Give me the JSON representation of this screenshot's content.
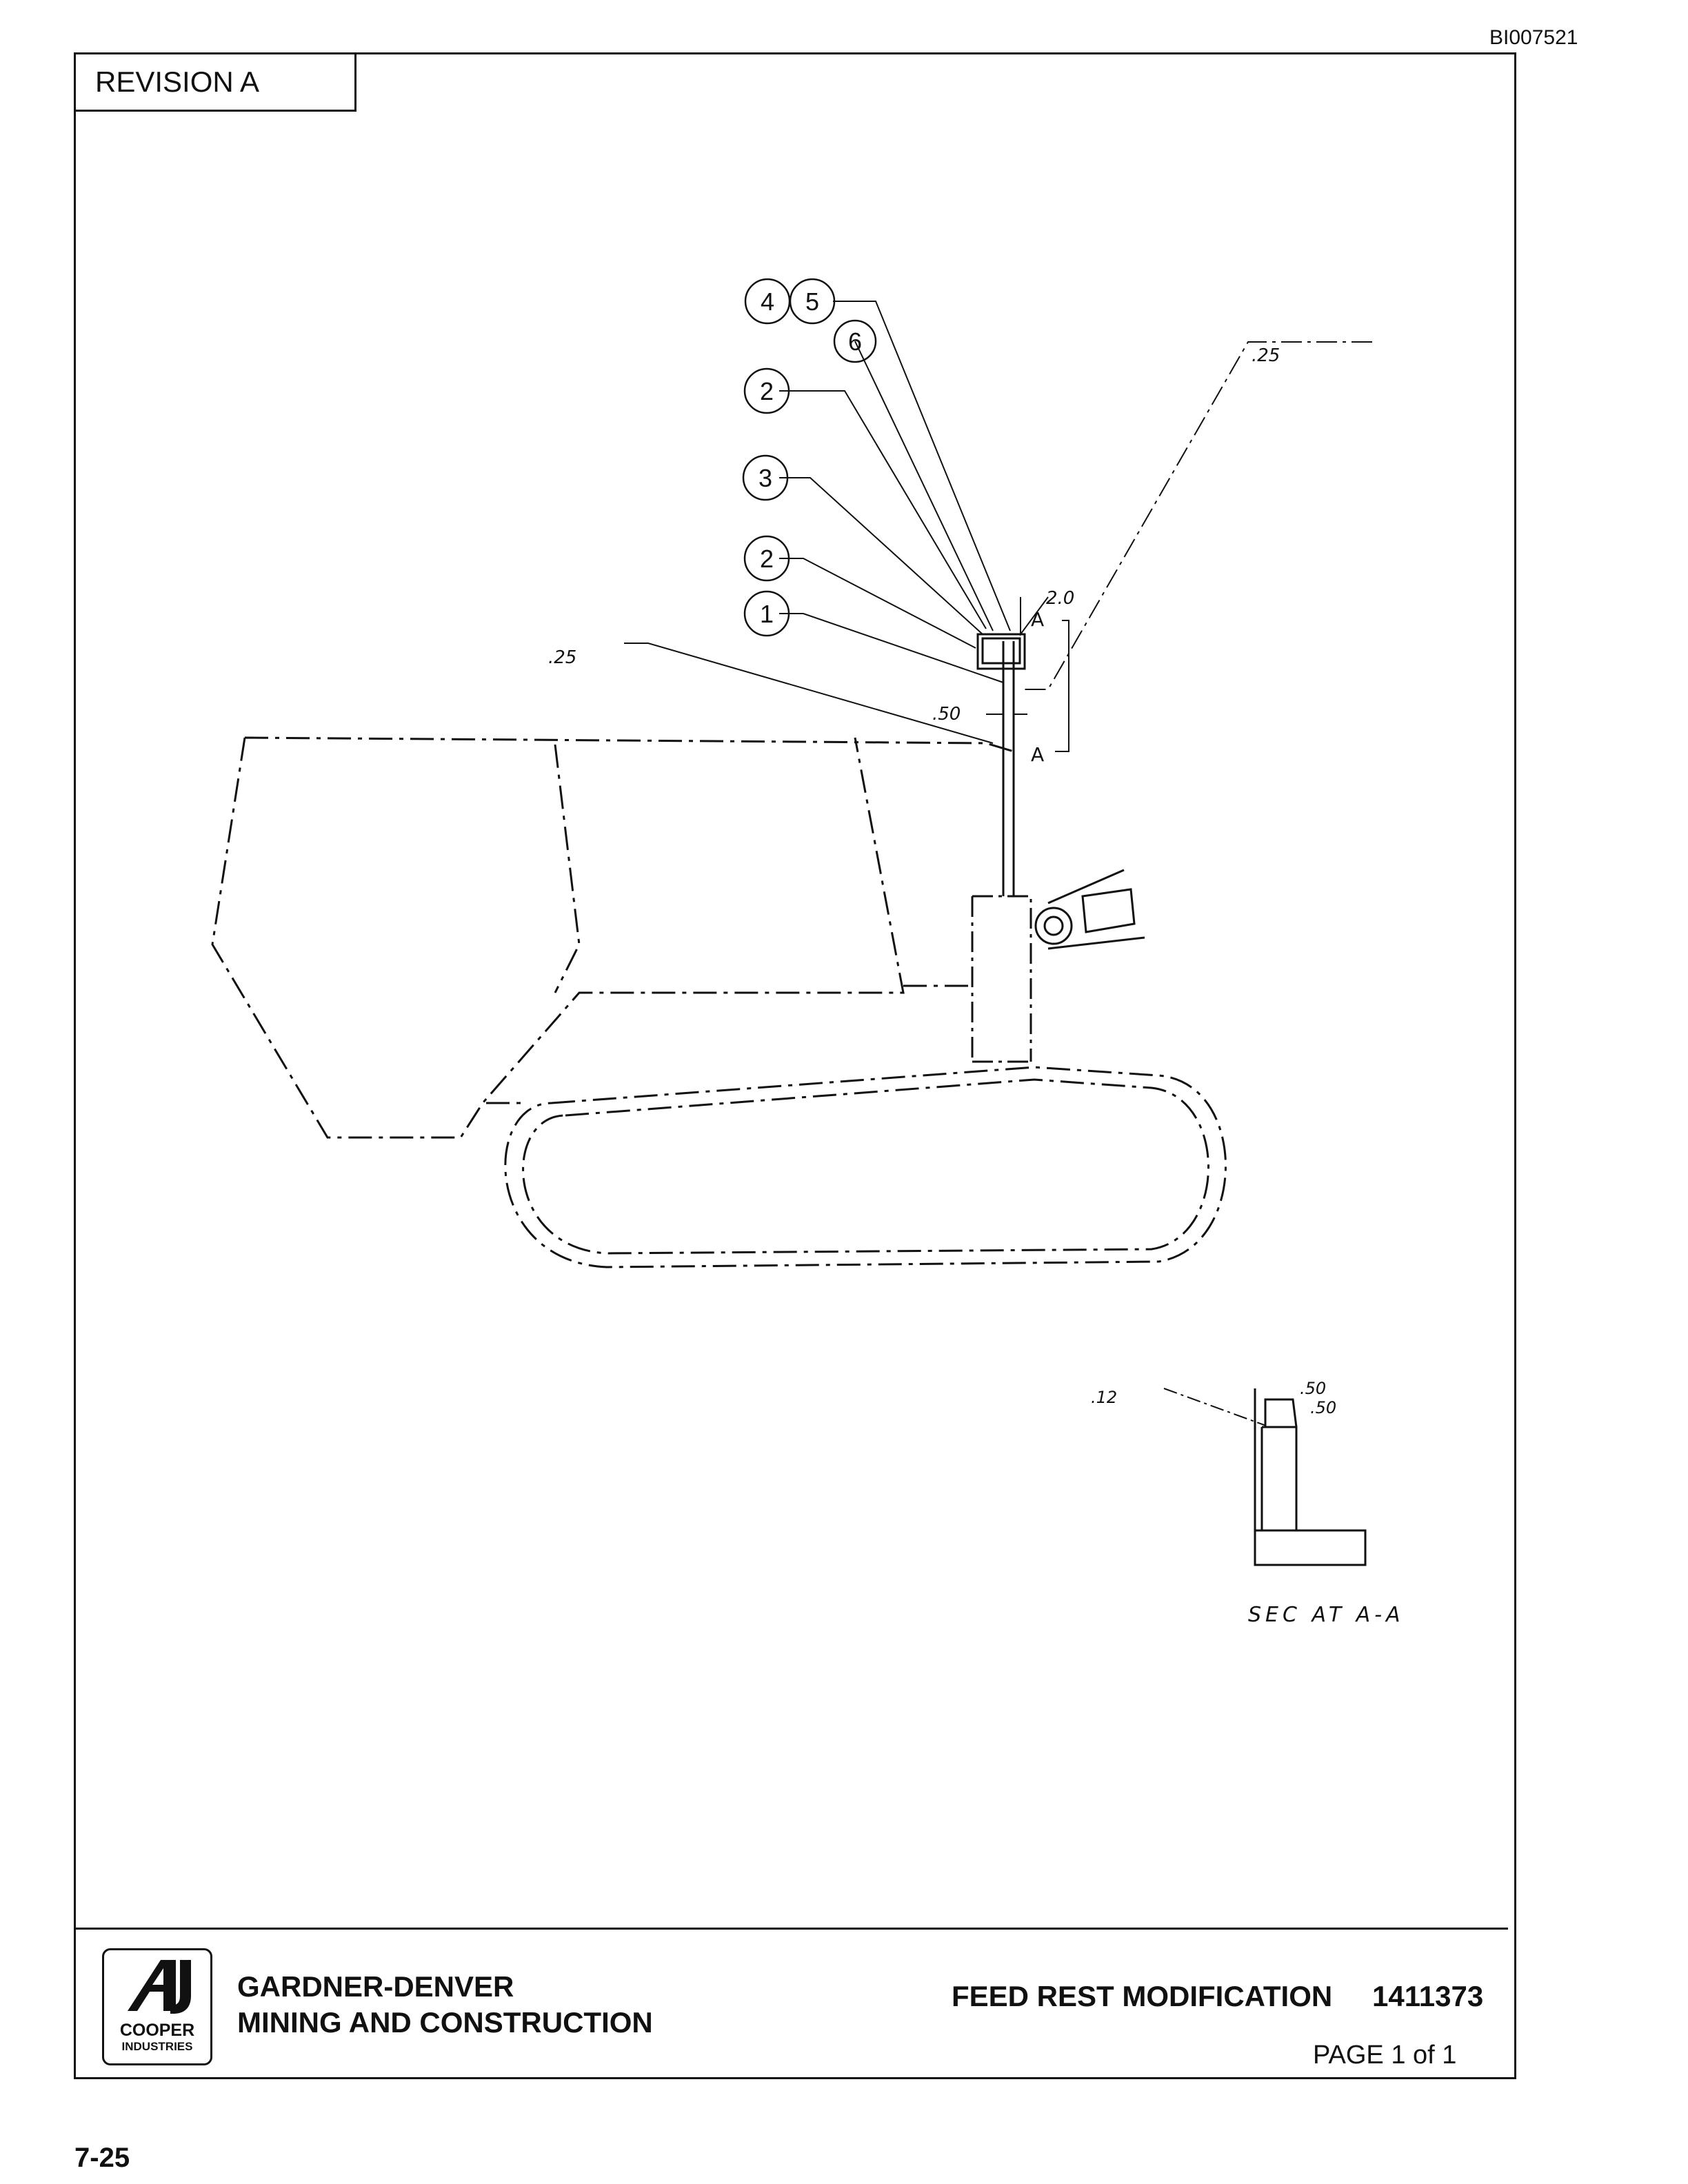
{
  "document": {
    "id": "BI007521",
    "revision": "REVISION  A",
    "page_footer": "7-25"
  },
  "drawing": {
    "callouts": [
      "4",
      "5",
      "6",
      "2",
      "3",
      "2",
      "1"
    ],
    "weld_note_top": ".25",
    "weld_note_left": ".25",
    "dimension_top": "2.0",
    "dimension_mid": ".50",
    "section_mark_upper": "A",
    "section_mark_lower": "A",
    "section_weld_note": ".12",
    "section_dim_1": ".50",
    "section_dim_2": ".50",
    "section_caption": "SEC AT A-A"
  },
  "title_block": {
    "logo_word_1": "COOPER",
    "logo_word_2": "INDUSTRIES",
    "company_line_1": "GARDNER-DENVER",
    "company_line_2": "MINING AND CONSTRUCTION",
    "drawing_title": "FEED REST MODIFICATION",
    "drawing_number": "1411373",
    "page": "PAGE  1 of  1"
  }
}
